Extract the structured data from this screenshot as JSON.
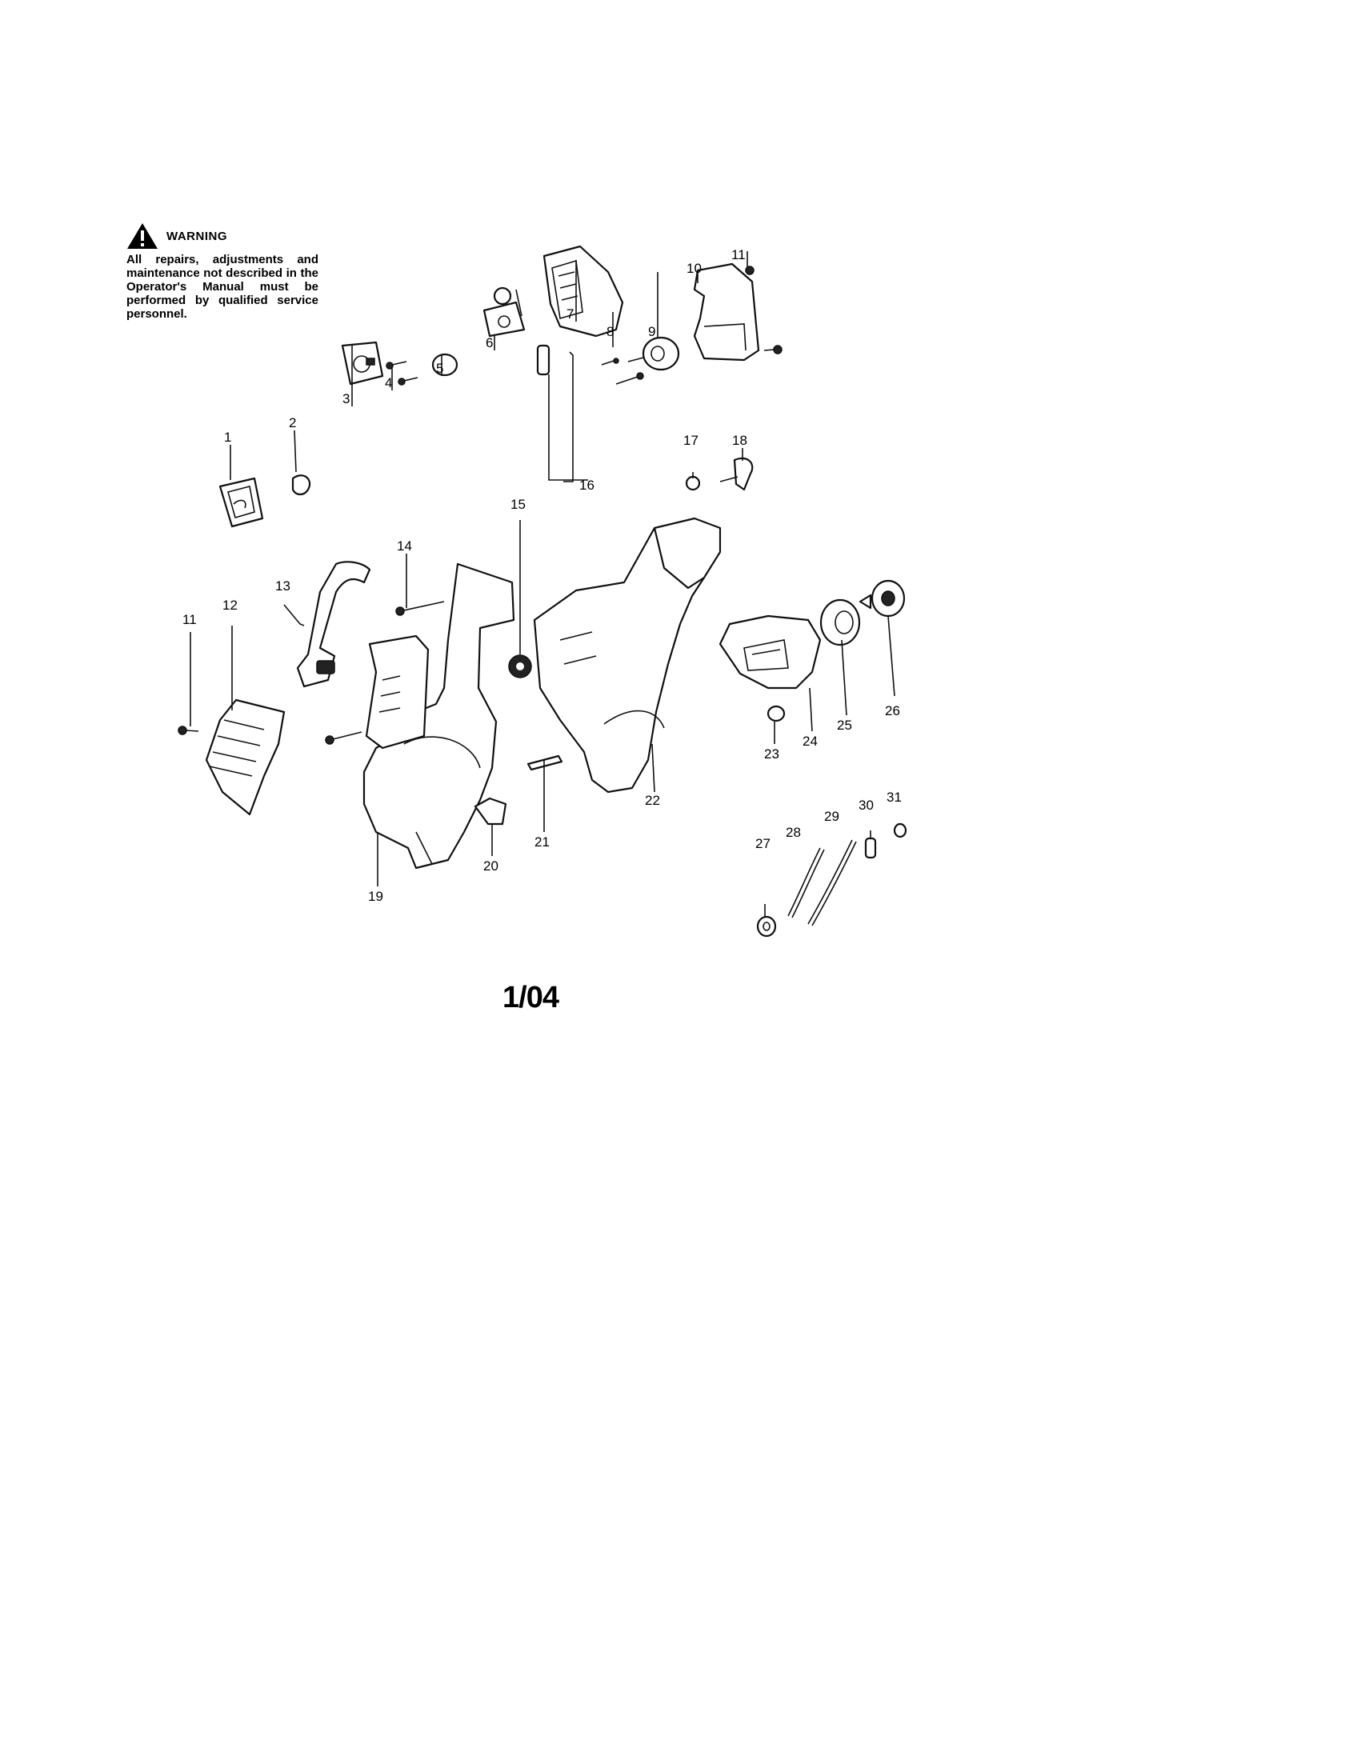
{
  "warning": {
    "title": "WARNING",
    "text": "All repairs, adjustments and maintenance not described in the Operator's Manual must be performed by qualified service personnel.",
    "icon": "warning-triangle-icon"
  },
  "parts": [
    {
      "number": "1"
    },
    {
      "number": "2"
    },
    {
      "number": "3"
    },
    {
      "number": "4"
    },
    {
      "number": "5"
    },
    {
      "number": "6"
    },
    {
      "number": "7"
    },
    {
      "number": "8"
    },
    {
      "number": "9"
    },
    {
      "number": "10"
    },
    {
      "number": "11"
    },
    {
      "number": "11"
    },
    {
      "number": "12"
    },
    {
      "number": "13"
    },
    {
      "number": "14"
    },
    {
      "number": "15"
    },
    {
      "number": "16"
    },
    {
      "number": "17"
    },
    {
      "number": "18"
    },
    {
      "number": "19"
    },
    {
      "number": "20"
    },
    {
      "number": "21"
    },
    {
      "number": "22"
    },
    {
      "number": "23"
    },
    {
      "number": "24"
    },
    {
      "number": "25"
    },
    {
      "number": "26"
    },
    {
      "number": "27"
    },
    {
      "number": "28"
    },
    {
      "number": "29"
    },
    {
      "number": "30"
    },
    {
      "number": "31"
    }
  ],
  "revision": "1/04"
}
